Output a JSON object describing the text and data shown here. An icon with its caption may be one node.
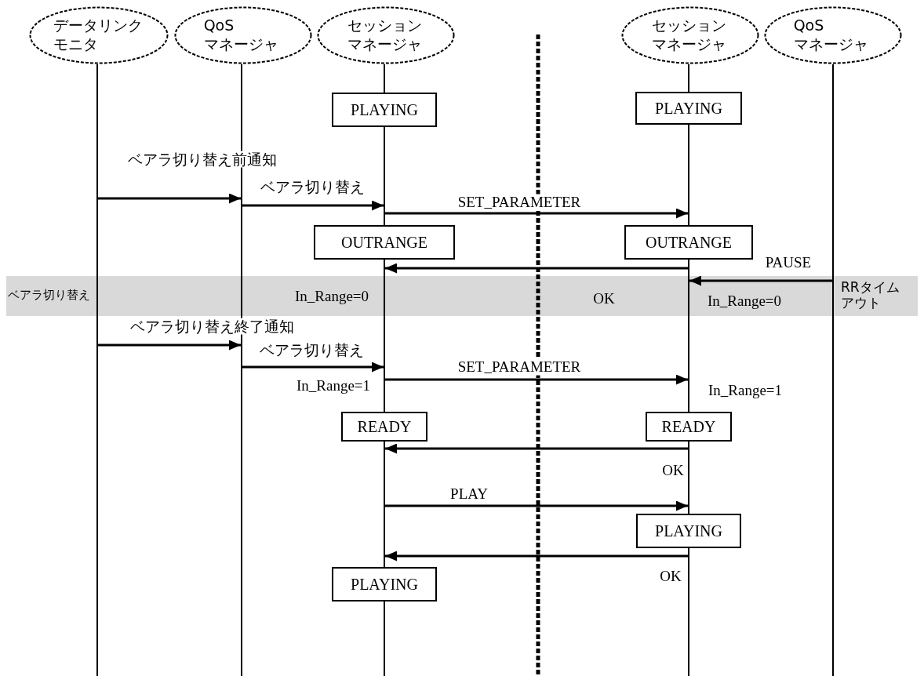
{
  "diagram": {
    "nodes": [
      {
        "text": [
          "データリンクモニタ"
        ]
      },
      {
        "text": [
          "QoS マネージャ"
        ]
      },
      {
        "text": [
          "セッションマネージャ"
        ]
      },
      {
        "text": [
          "セッションマネージャ"
        ]
      },
      {
        "text": [
          "QoS マネージャ"
        ]
      },
      {
        "text": [],
        "shape": "bar"
      },
      {
        "text": [],
        "shape": "bar"
      },
      {
        "text": [],
        "shape": "bar"
      },
      {
        "text": [],
        "shape": "bar"
      },
      {
        "text": [],
        "shape": "bar"
      },
      {
        "text": [],
        "shape": "bar"
      },
      {
        "text": [],
        "shape": "bar"
      },
      {
        "text": [],
        "shape": "bar"
      },
      {
        "text": [],
        "shape": "bar"
      },
      {
        "text": [],
        "shape": "bar"
      },
      {
        "text": [],
        "shape": "bar"
      },
      {
        "text": [],
        "shape": "bar"
      },
      {
        "text": [],
        "shape": "bar"
      },
      {
        "text": [
          "PLAYING"
        ]
      },
      {
        "text": [
          "PLAYING"
        ]
      },
      {
        "text": [
          "OUTRANGE"
        ]
      },
      {
        "text": [
          "OUTRANGE"
        ]
      },
      {
        "text": [
          "READY"
        ]
      },
      {
        "text": [
          "READY"
        ]
      },
      {
        "text": [
          "PLAYING"
        ]
      },
      {
        "text": [
          "PLAYING"
        ]
      }
    ],
    "edges": [
      {
        "from": 5,
        "to": 6,
        "arrow": "to",
        "label": "ベアラ切り替え前通知"
      },
      {
        "from": 6,
        "to": 8,
        "arrow": "to",
        "label": "ベアラ切り替え"
      },
      {
        "from": 8,
        "to": 13,
        "arrow": "to",
        "label": "SET_PARAMETER"
      },
      {
        "from": 14,
        "to": 9,
        "arrow": "to",
        "label": "OK"
      },
      {
        "from": 17,
        "to": 14,
        "arrow": "to",
        "label": "PAUSE"
      },
      {
        "from": 5,
        "to": 6,
        "arrow": "to",
        "label": "ベアラ切り替え終了通知"
      },
      {
        "from": 6,
        "to": 9,
        "arrow": "to",
        "label": "ベアラ切り替え"
      },
      {
        "from": 9,
        "to": 14,
        "arrow": "to",
        "label": "SET_PARAMETER"
      },
      {
        "from": 15,
        "to": 10,
        "arrow": "to",
        "label": "OK"
      },
      {
        "from": 10,
        "to": 15,
        "arrow": "to",
        "label": "PLAY"
      },
      {
        "from": 16,
        "to": 10,
        "arrow": "to",
        "label": "OK"
      }
    ],
    "labels": [
      "ベアラ切り替え",
      "In_Range=0",
      "In_Range=0",
      "RRタイムアウト",
      "In_Range=1",
      "In_Range=1"
    ]
  }
}
